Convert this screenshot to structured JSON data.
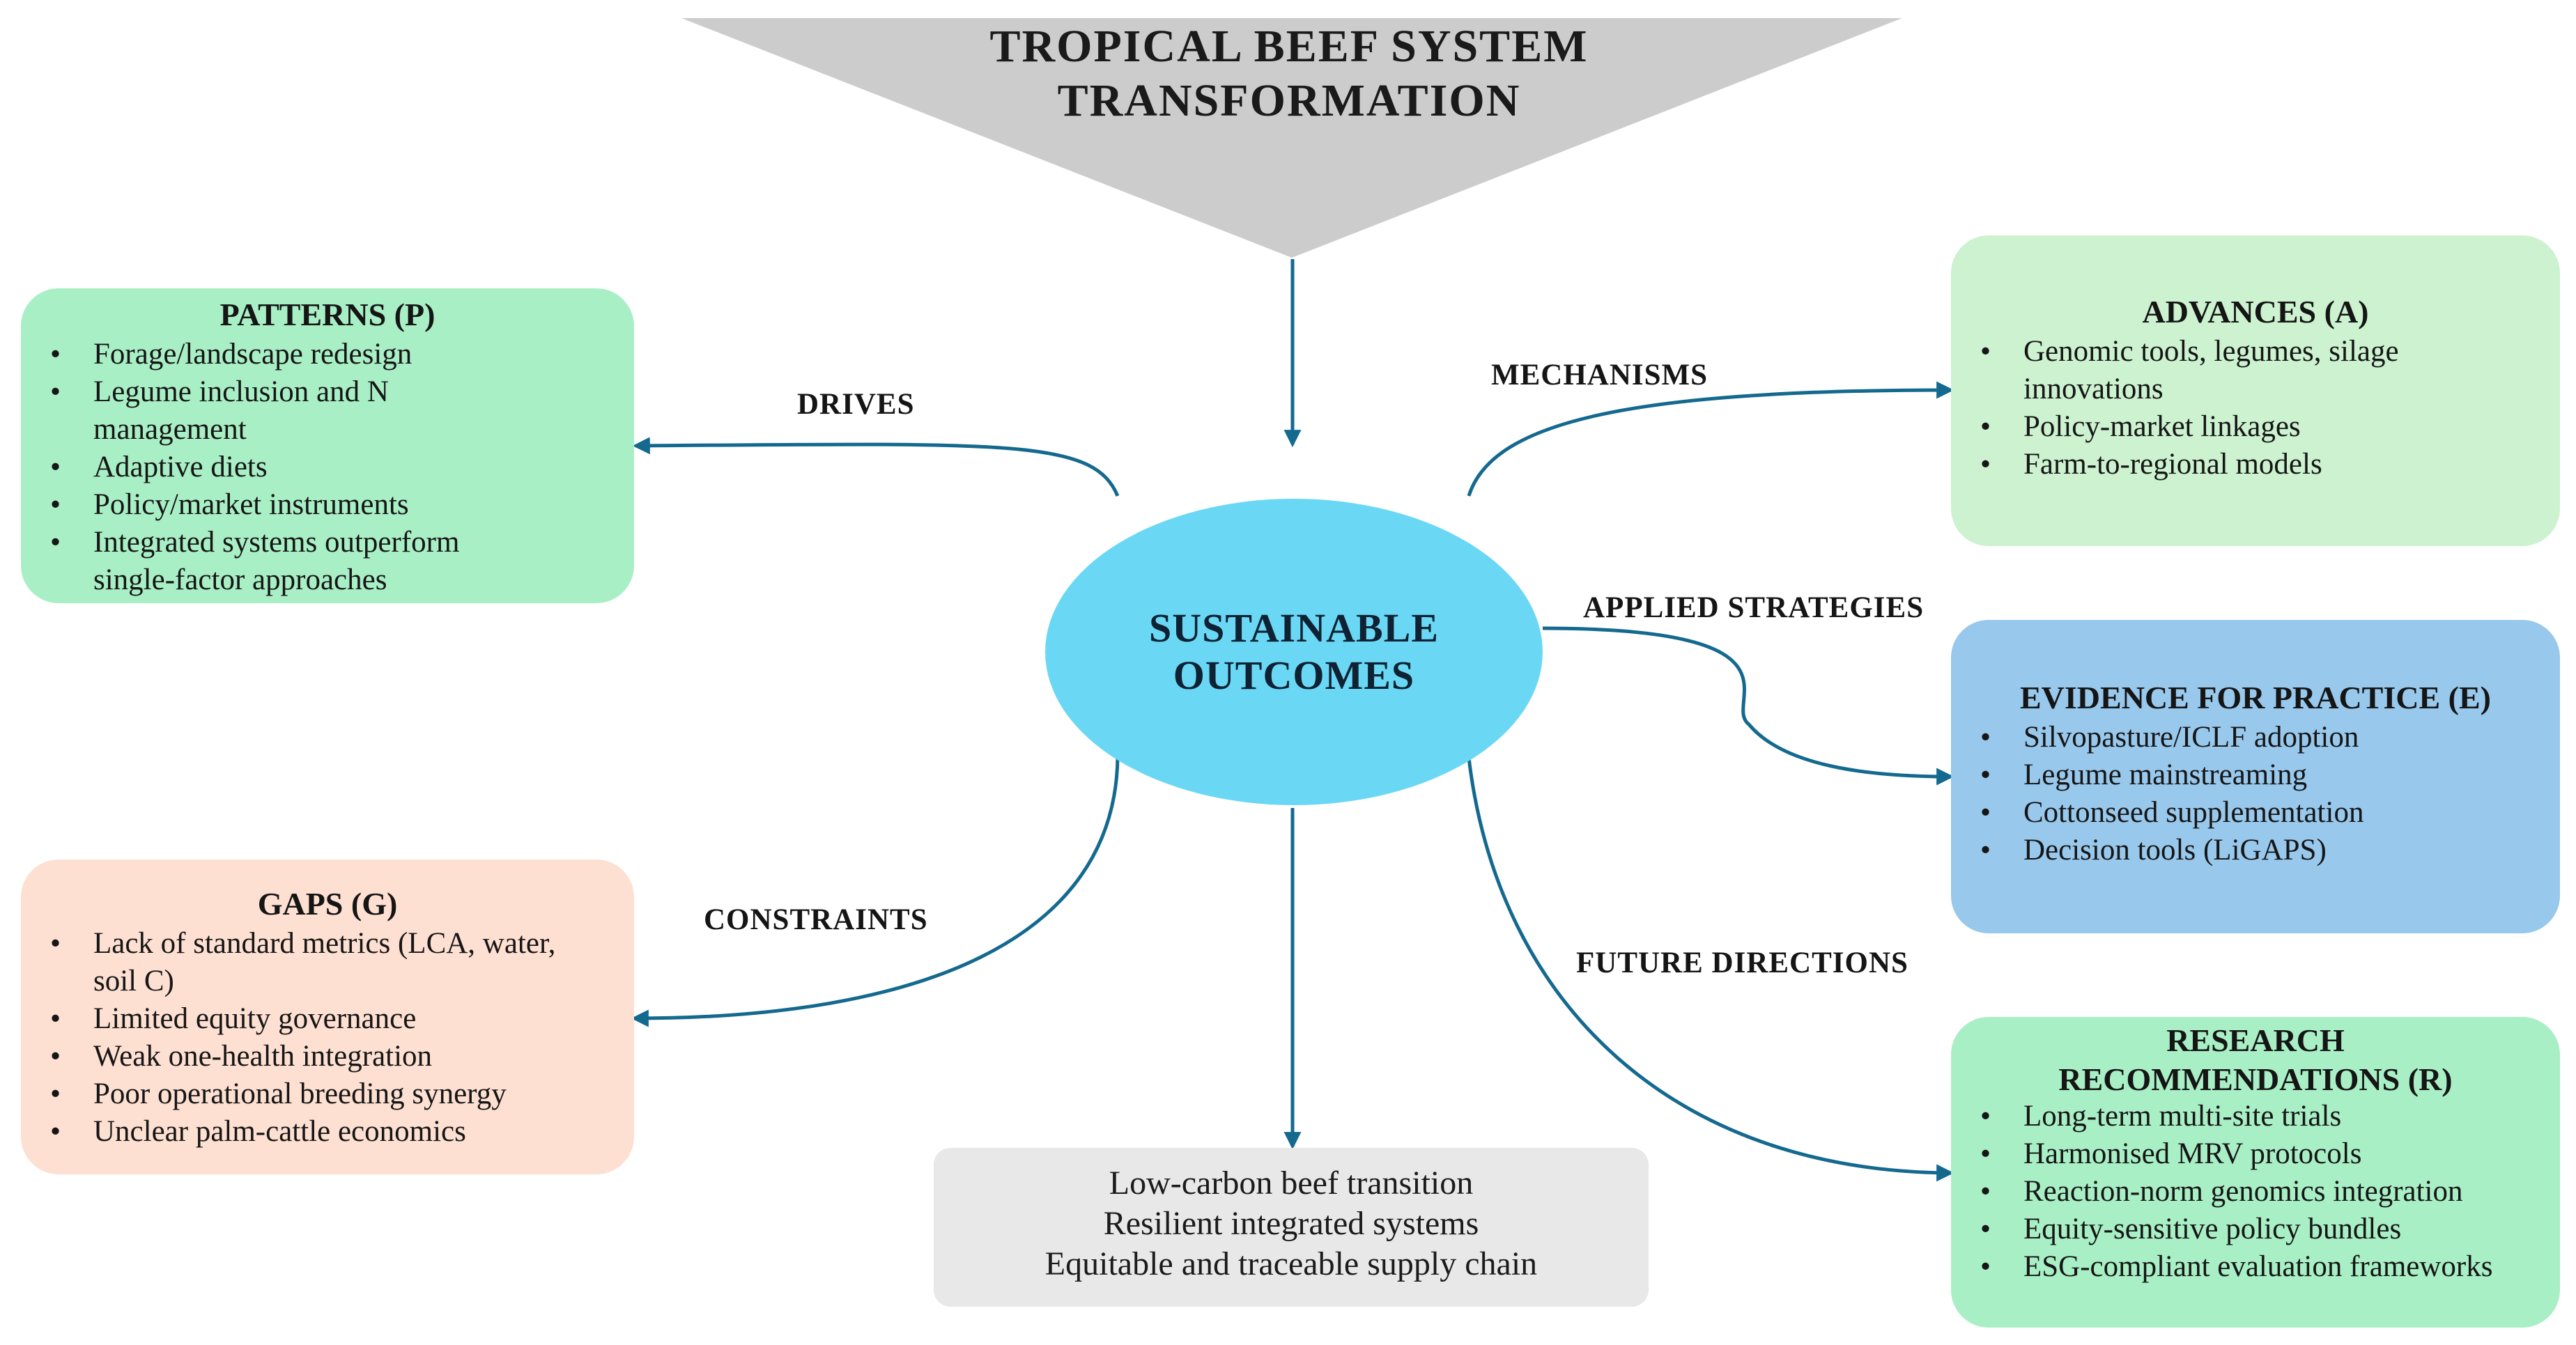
{
  "title": {
    "line1": "TROPICAL BEEF SYSTEM",
    "line2": "TRANSFORMATION"
  },
  "center": {
    "line1": "SUSTAINABLE",
    "line2": "OUTCOMES"
  },
  "colors": {
    "arrow": "#14698f",
    "patterns": "#a9efc6",
    "advances": "#ccf2d0",
    "evidence": "#98c8ec",
    "gaps": "#fde0d2",
    "research": "#a9efc6",
    "center": "#6ad8f5",
    "outcomes": "#e8e8e8",
    "funnel": "#cccccc"
  },
  "edges": {
    "drives": "DRIVES",
    "mechanisms": "MECHANISMS",
    "applied": "APPLIED STRATEGIES",
    "constraints": "CONSTRAINTS",
    "future": "FUTURE DIRECTIONS"
  },
  "patterns": {
    "title": "PATTERNS (P)",
    "items": [
      "Forage/landscape redesign",
      "Legume inclusion and N management",
      "Adaptive diets",
      "Policy/market instruments",
      "Integrated systems outperform single-factor approaches"
    ]
  },
  "gaps": {
    "title": "GAPS (G)",
    "items": [
      "Lack of standard metrics (LCA, water, soil C)",
      "Limited equity governance",
      "Weak one-health integration",
      "Poor operational breeding synergy",
      "Unclear palm-cattle economics"
    ]
  },
  "advances": {
    "title": "ADVANCES (A)",
    "items": [
      "Genomic tools, legumes, silage innovations",
      "Policy-market linkages",
      "Farm-to-regional models"
    ]
  },
  "evidence": {
    "title": "EVIDENCE FOR PRACTICE (E)",
    "items": [
      "Silvopasture/ICLF adoption",
      "Legume mainstreaming",
      "Cottonseed supplementation",
      "Decision tools (LiGAPS)"
    ]
  },
  "research": {
    "title_line1": "RESEARCH",
    "title_line2": "RECOMMENDATIONS (R)",
    "items": [
      "Long-term multi-site trials",
      "Harmonised MRV protocols",
      "Reaction-norm genomics integration",
      "Equity-sensitive policy bundles",
      "ESG-compliant evaluation frameworks"
    ]
  },
  "outcomes": {
    "lines": [
      "Low-carbon beef transition",
      "Resilient integrated systems",
      "Equitable and traceable supply chain"
    ]
  }
}
